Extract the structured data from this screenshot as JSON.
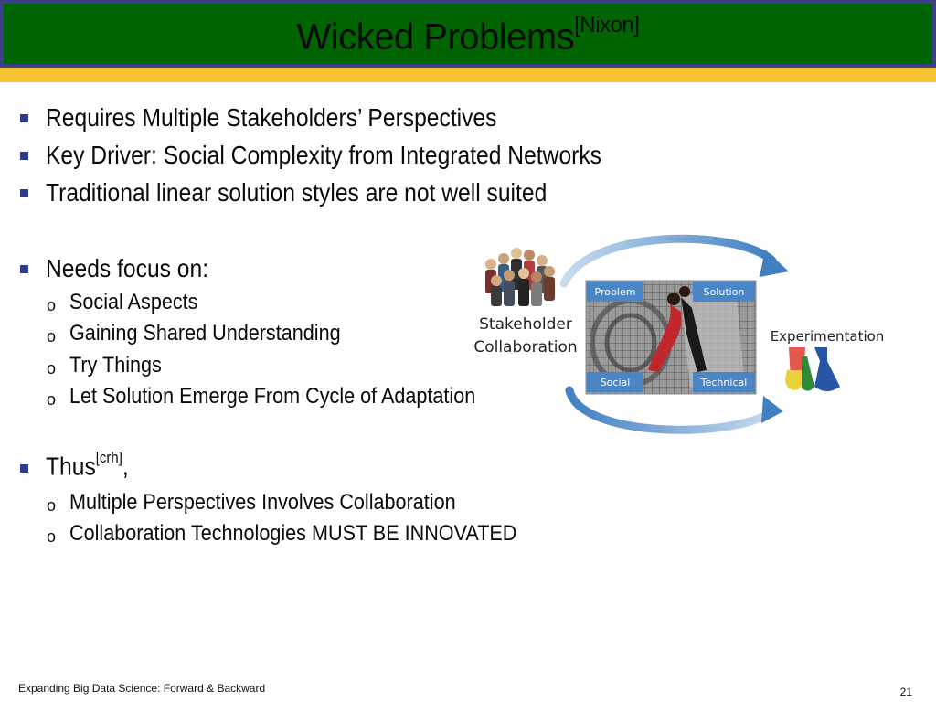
{
  "slide": {
    "title": "Wicked Problems",
    "title_ref": "[Nixon]",
    "bullets": [
      "Requires Multiple Stakeholders’ Perspectives",
      "Key Driver: Social Complexity from Integrated Networks",
      "Traditional linear solution styles are not well suited"
    ],
    "needs_focus": {
      "label": "Needs focus on:",
      "items": [
        "Social Aspects",
        "Gaining Shared Understanding",
        "Try Things",
        "Let Solution Emerge From Cycle of Adaptation"
      ]
    },
    "thus": {
      "label": "Thus",
      "ref": "[crh]",
      "suffix": ",",
      "items": [
        "Multiple Perspectives Involves Collaboration",
        "Collaboration Technologies MUST BE INNOVATED"
      ]
    },
    "bullet_glyph": "o"
  },
  "diagram": {
    "stakeholder_line1": "Stakeholder",
    "stakeholder_line2": "Collaboration",
    "experimentation": "Experimentation",
    "boxes": {
      "problem": "Problem",
      "solution": "Solution",
      "social": "Social",
      "technical": "Technical"
    }
  },
  "footer": {
    "text": "Expanding Big Data Science: Forward & Backward",
    "page": "21"
  },
  "colors": {
    "title_bg": "#006400",
    "title_border": "#3b3f86",
    "accent_rule": "#f5c531",
    "bullet": "#2e3a8c",
    "arrow": "#4a86c5",
    "box": "#4a86c5"
  }
}
